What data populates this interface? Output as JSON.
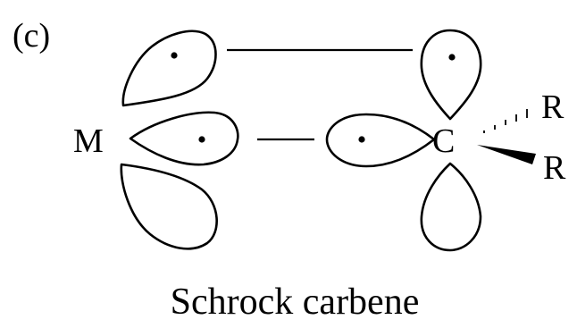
{
  "panel_label": "(c)",
  "atoms": {
    "metal": "M",
    "carbon": "C",
    "substituent_top": "R",
    "substituent_bottom": "R"
  },
  "caption": "Schrock carbene"
}
